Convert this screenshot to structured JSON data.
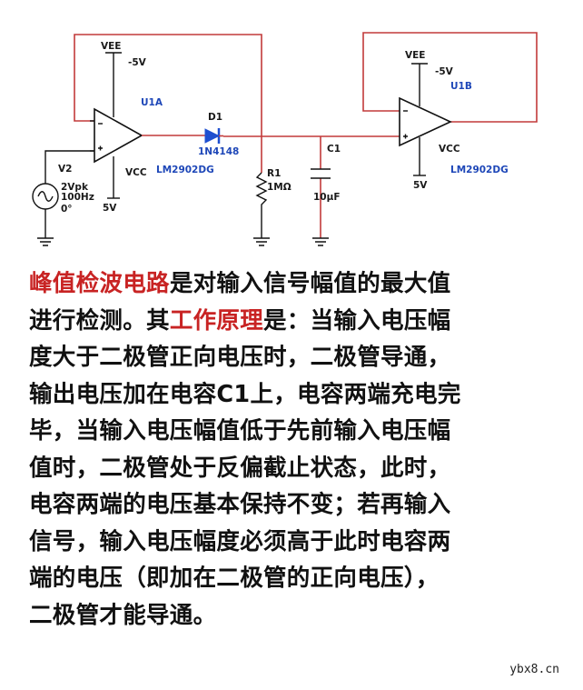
{
  "schematic": {
    "u1a": {
      "name": "U1A",
      "vee": "VEE",
      "vee_val": "-5V",
      "vcc": "VCC",
      "vcc_val": "5V",
      "part": "LM2902DG"
    },
    "u1b": {
      "name": "U1B",
      "vee": "VEE",
      "vee_val": "-5V",
      "vcc": "VCC",
      "vcc_val": "5V",
      "part": "LM2902DG"
    },
    "diode": {
      "name": "D1",
      "part": "1N4148"
    },
    "resistor": {
      "name": "R1",
      "value": "1MΩ"
    },
    "capacitor": {
      "name": "C1",
      "value": "10μF"
    },
    "source": {
      "name": "V2",
      "amp": "2Vpk",
      "freq": "100Hz",
      "phase": "0°"
    }
  },
  "text": {
    "l1a": "峰值检波电路",
    "l1b": "是对输入信号幅值的最大值",
    "l2a": "进行检测。其",
    "l2b": "工作原理",
    "l2c": "是：当输入电压幅",
    "l3": "度大于二极管正向电压时，二极管导通，",
    "l4": "输出电压加在电容C1上，电容两端充电完",
    "l5": "毕，当输入电压幅值低于先前输入电压幅",
    "l6": "值时，二极管处于反偏截止状态，此时，",
    "l7": "电容两端的电压基本保持不变；若再输入",
    "l8": "信号，输入电压幅度必须高于此时电容两",
    "l9": "端的电压（即加在二极管的正向电压），",
    "l10": "二极管才能导通。"
  },
  "watermark": "ybx8.cn",
  "colors": {
    "wire_red": "#c23a3a",
    "wire_black": "#111111",
    "label_blue": "#1e47b8",
    "text_red": "#c82323",
    "diode_blue": "#1e4fd0"
  }
}
